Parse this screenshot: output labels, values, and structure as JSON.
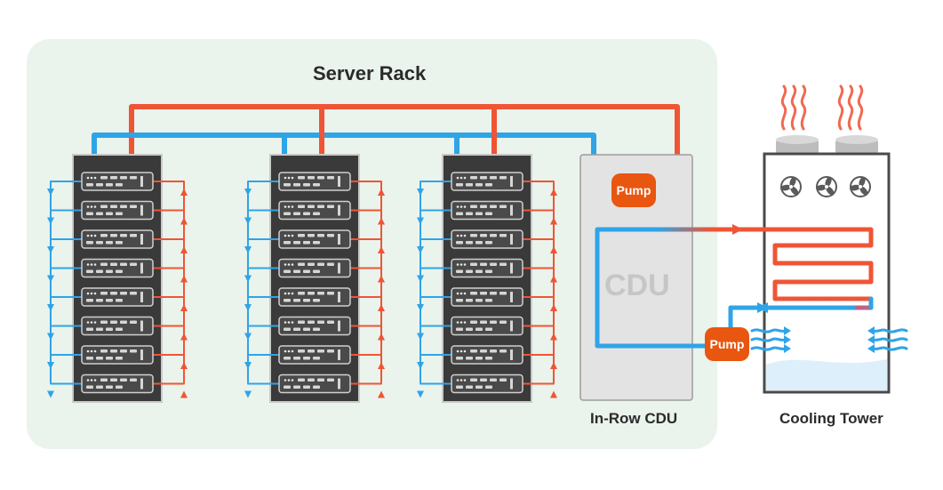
{
  "diagram": {
    "server_rack_label": "Server Rack",
    "cdu_box_label": "CDU",
    "cdu_caption": "In-Row CDU",
    "cooling_tower_caption": "Cooling Tower",
    "pump_label_top": "Pump",
    "pump_label_bottom": "Pump",
    "rack_count": 3,
    "servers_per_rack": 8,
    "fan_count": 3
  },
  "colors": {
    "hot": "#ef5535",
    "cold": "#2fa4e7",
    "pump": "#e8560f",
    "rack_area": "#eaf3ec",
    "server_body": "#3a3a3a",
    "cdu_box": "#e3e3e3",
    "water": "#dceffa"
  }
}
